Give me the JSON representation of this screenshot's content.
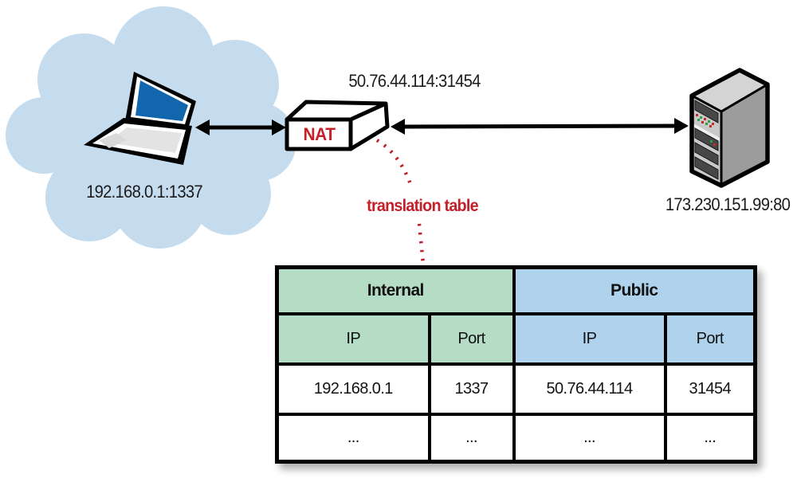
{
  "diagram": {
    "client_address_label": "192.168.0.1:1337",
    "nat_public_address_label": "50.76.44.114:31454",
    "nat_box_label": "NAT",
    "server_address_label": "173.230.151.99:80",
    "translation_table_label": "translation table"
  },
  "table": {
    "groups": [
      "Internal",
      "Public"
    ],
    "columns": [
      "IP",
      "Port",
      "IP",
      "Port"
    ],
    "rows": [
      [
        "192.168.0.1",
        "1337",
        "50.76.44.114",
        "31454"
      ],
      [
        "...",
        "...",
        "...",
        "..."
      ]
    ]
  },
  "colors": {
    "accent_red": "#c3202a",
    "cloud_blue": "#c5dcee",
    "laptop_screen_blue": "#1266ad",
    "table_green": "#b5dcc4",
    "table_blue": "#afd3ec",
    "outline_black": "#000000"
  }
}
